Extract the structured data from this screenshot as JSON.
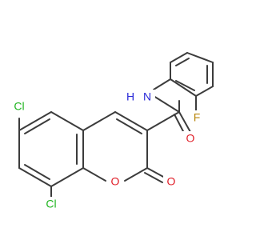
{
  "molecule": {
    "atoms": {
      "cl6": {
        "label": "Cl",
        "color": "#1fb51f"
      },
      "cl8": {
        "label": "Cl",
        "color": "#1fb51f"
      },
      "o_ring": {
        "label": "O",
        "color": "#e0202a"
      },
      "o_lactone": {
        "label": "O",
        "color": "#e0202a"
      },
      "o_amide": {
        "label": "O",
        "color": "#e0202a"
      },
      "n_amide": {
        "label": "N",
        "color": "#2a2ad8"
      },
      "h_amide": {
        "label": "H",
        "color": "#2a2ad8"
      },
      "f": {
        "label": "F",
        "color": "#b8860b"
      }
    },
    "bond_color": "#3c3c3c"
  }
}
